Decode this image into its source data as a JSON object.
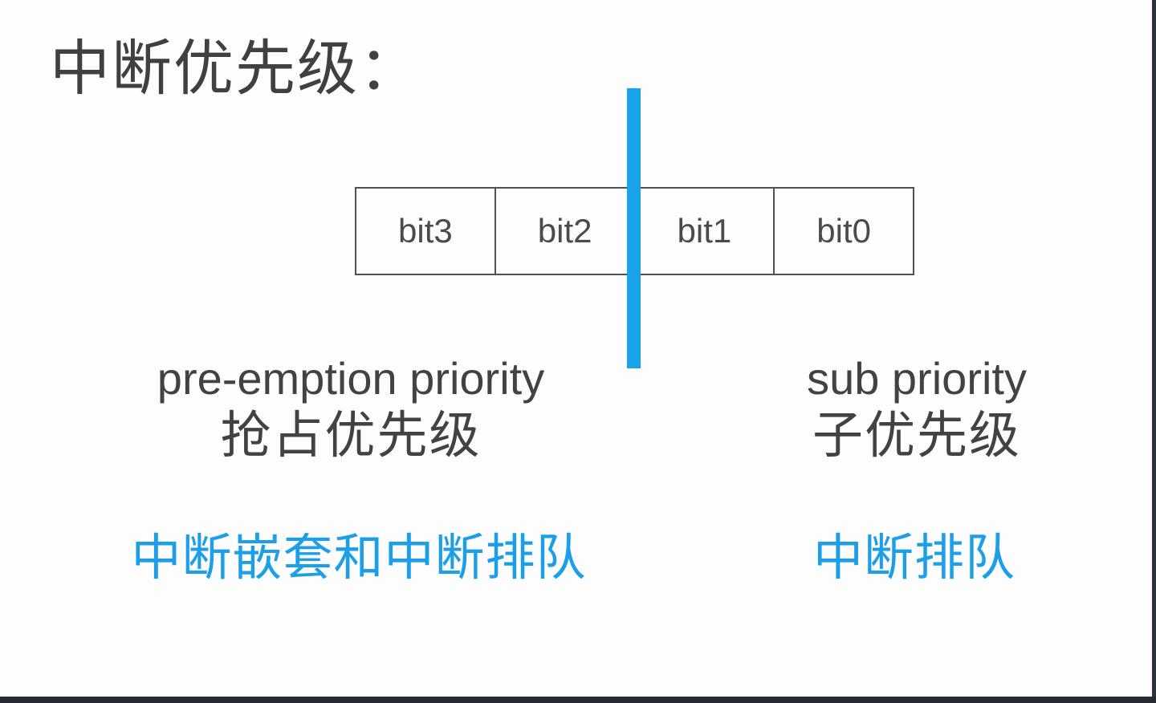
{
  "title": "中断优先级：",
  "bit_table": {
    "cells": [
      "bit3",
      "bit2",
      "bit1",
      "bit0"
    ]
  },
  "divider": {
    "meaning": "priority-group-split",
    "color": "#17a2e9"
  },
  "preemption": {
    "label_en": "pre-emption priority",
    "label_zh": "抢占优先级",
    "note": "中断嵌套和中断排队"
  },
  "sub_priority": {
    "label_en": "sub priority",
    "label_zh": "子优先级",
    "note": "中断排队"
  },
  "colors": {
    "accent_blue": "#17a2e9",
    "note_blue": "#1c9fe8",
    "text_dark": "#3e4043",
    "table_border": "#4e5156",
    "edge_bar": "#2d333c",
    "background": "#fdfdfd"
  }
}
